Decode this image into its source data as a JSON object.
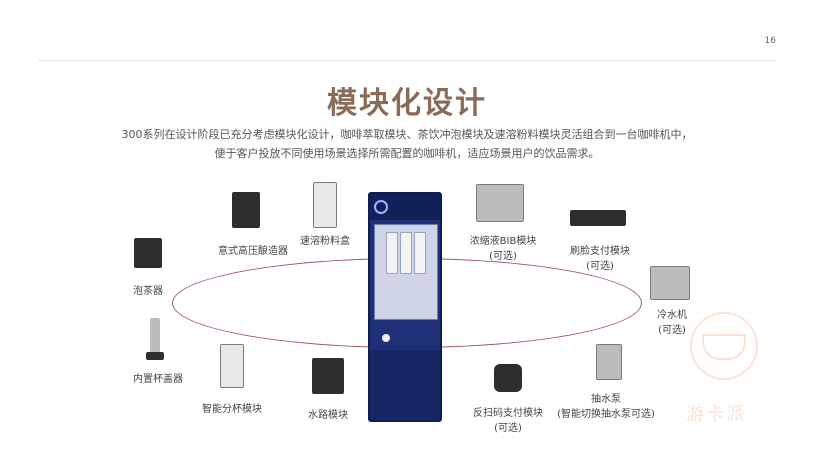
{
  "header": {
    "page_number": "16",
    "title": "模块化设计",
    "description_lines": [
      "300系列在设计阶段已充分考虑模块化设计，咖啡萃取模块、茶饮冲泡模块及速溶粉料模块灵活组合到一台咖啡机中，",
      "便于客户投放不同使用场景选择所需配置的咖啡机，适应场景用户的饮品需求。"
    ]
  },
  "modules": [
    {
      "label": "意式高压酿造器",
      "sub": ""
    },
    {
      "label": "速溶粉料盒",
      "sub": ""
    },
    {
      "label": "浓缩液BIB模块",
      "sub": "(可选)"
    },
    {
      "label": "刷脸支付模块",
      "sub": "(可选)"
    },
    {
      "label": "泡茶器",
      "sub": ""
    },
    {
      "label": "冷水机",
      "sub": "(可选)"
    },
    {
      "label": "内置杯盖器",
      "sub": ""
    },
    {
      "label": "智能分杯模块",
      "sub": ""
    },
    {
      "label": "水路模块",
      "sub": ""
    },
    {
      "label": "反扫码支付模块",
      "sub": "(可选)"
    },
    {
      "label": "抽水泵",
      "sub": "(智能切换抽水泵可选)"
    }
  ],
  "watermark": {
    "text": "游卡派"
  }
}
